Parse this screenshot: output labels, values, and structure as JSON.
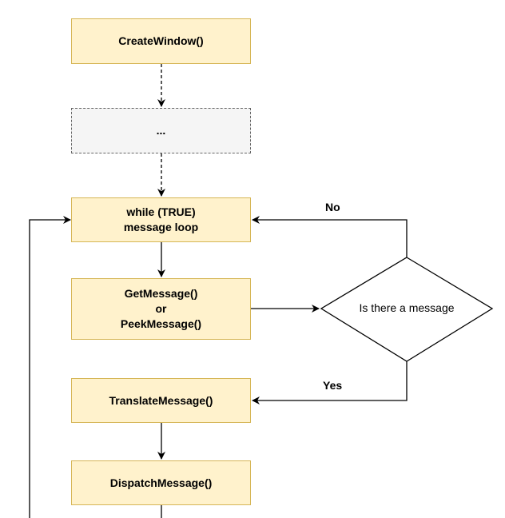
{
  "nodes": {
    "create_window": "CreateWindow()",
    "ellipsis": "...",
    "message_loop": "while (TRUE)\nmessage loop",
    "get_message": "GetMessage()\nor\nPeekMessage()",
    "decision": "Is there a message",
    "translate_message": "TranslateMessage()",
    "dispatch_message": "DispatchMessage()"
  },
  "edges": {
    "no_label": "No",
    "yes_label": "Yes"
  },
  "colors": {
    "box_fill": "#fff2cc",
    "box_border": "#d6b656",
    "placeholder_fill": "#f5f5f5",
    "placeholder_border": "#666666",
    "line": "#000000"
  }
}
